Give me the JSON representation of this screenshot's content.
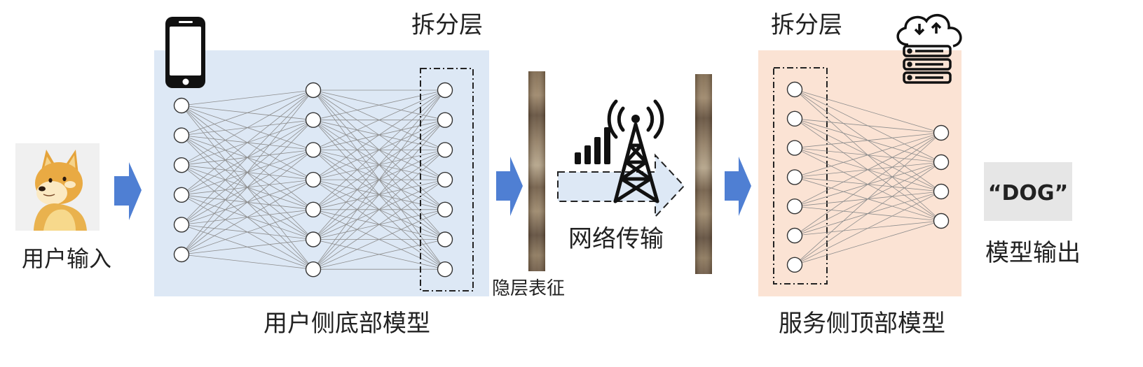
{
  "labels": {
    "user_input": "用户输入",
    "split_layer_left": "拆分层",
    "split_layer_right": "拆分层",
    "user_bottom_model": "用户侧底部模型",
    "hidden_representation": "隐层表征",
    "network_transmission": "网络传输",
    "server_top_model": "服务侧顶部模型",
    "model_output": "模型输出",
    "output_value": "“DOG”"
  },
  "colors": {
    "user_panel": "#dde8f5",
    "server_panel": "#fbe3d4",
    "arrow_blue": "#4f7fd3",
    "link_gray": "#8c8c8c",
    "output_box": "#e6e6e6"
  },
  "icons": {
    "phone": "smartphone-icon",
    "cloud_server": "cloud-server-icon",
    "tower": "signal-tower-icon",
    "dog": "shiba-dog-icon"
  }
}
